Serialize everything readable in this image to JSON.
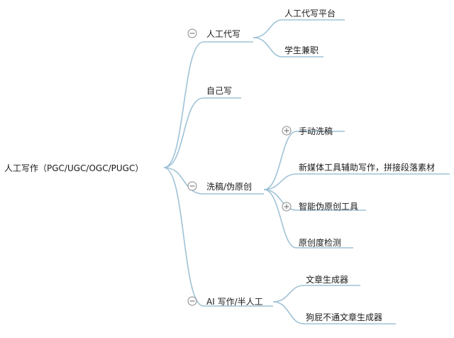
{
  "root": {
    "label": "人工写作（PGC/UGC/OGC/PUGC）",
    "children": [
      {
        "id": "ai-ren-gong-dai-xie",
        "label": "人工代写",
        "toggle": "collapse",
        "children": [
          {
            "id": "ren-gong-dai-xie-ping-tai",
            "label": "人工代写平台"
          },
          {
            "id": "xue-sheng-jian-zhi",
            "label": "学生兼职"
          }
        ]
      },
      {
        "id": "zi-ji-xie",
        "label": "自己写",
        "children": []
      },
      {
        "id": "xi-gao-wei-yuan-chuang",
        "label": "洗稿/伪原创",
        "toggle": "collapse",
        "children": [
          {
            "id": "shou-dong-xi-gao",
            "label": "手动洗稿",
            "toggle": "expand"
          },
          {
            "id": "xin-mei-ti-gong-ju",
            "label": "新媒体工具辅助写作，拼接段落素材"
          },
          {
            "id": "zhi-neng-wei-yuan-chuang",
            "label": "智能伪原创工具",
            "toggle": "expand"
          },
          {
            "id": "yuan-chuang-du-jian-ce",
            "label": "原创度检测"
          }
        ]
      },
      {
        "id": "ai-xie-zuo",
        "label": "AI 写作/半人工",
        "toggle": "collapse",
        "children": [
          {
            "id": "wen-zhang-sheng-cheng-qi",
            "label": "文章生成器"
          },
          {
            "id": "gou-pi-bu-tong",
            "label": "狗屁不通文章生成器"
          }
        ]
      }
    ]
  }
}
